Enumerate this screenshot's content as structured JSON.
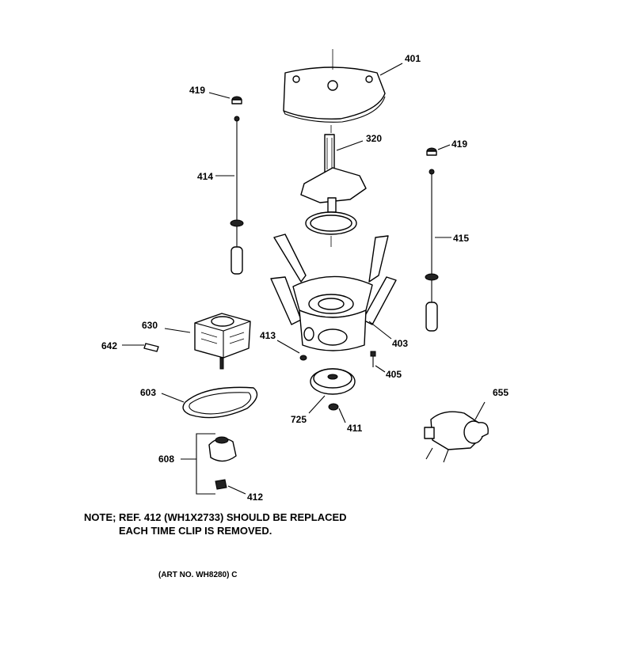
{
  "callouts": {
    "p401": "401",
    "p419a": "419",
    "p320": "320",
    "p419b": "419",
    "p414": "414",
    "p415": "415",
    "p630": "630",
    "p642": "642",
    "p413": "413",
    "p403": "403",
    "p405": "405",
    "p603": "603",
    "p725": "725",
    "p411": "411",
    "p655": "655",
    "p608": "608",
    "p412": "412"
  },
  "note": {
    "line1": "NOTE; REF. 412 (WH1X2733) SHOULD BE REPLACED",
    "line2": "EACH TIME CLIP IS REMOVED."
  },
  "art_number": "(ART NO. WH8280) C"
}
